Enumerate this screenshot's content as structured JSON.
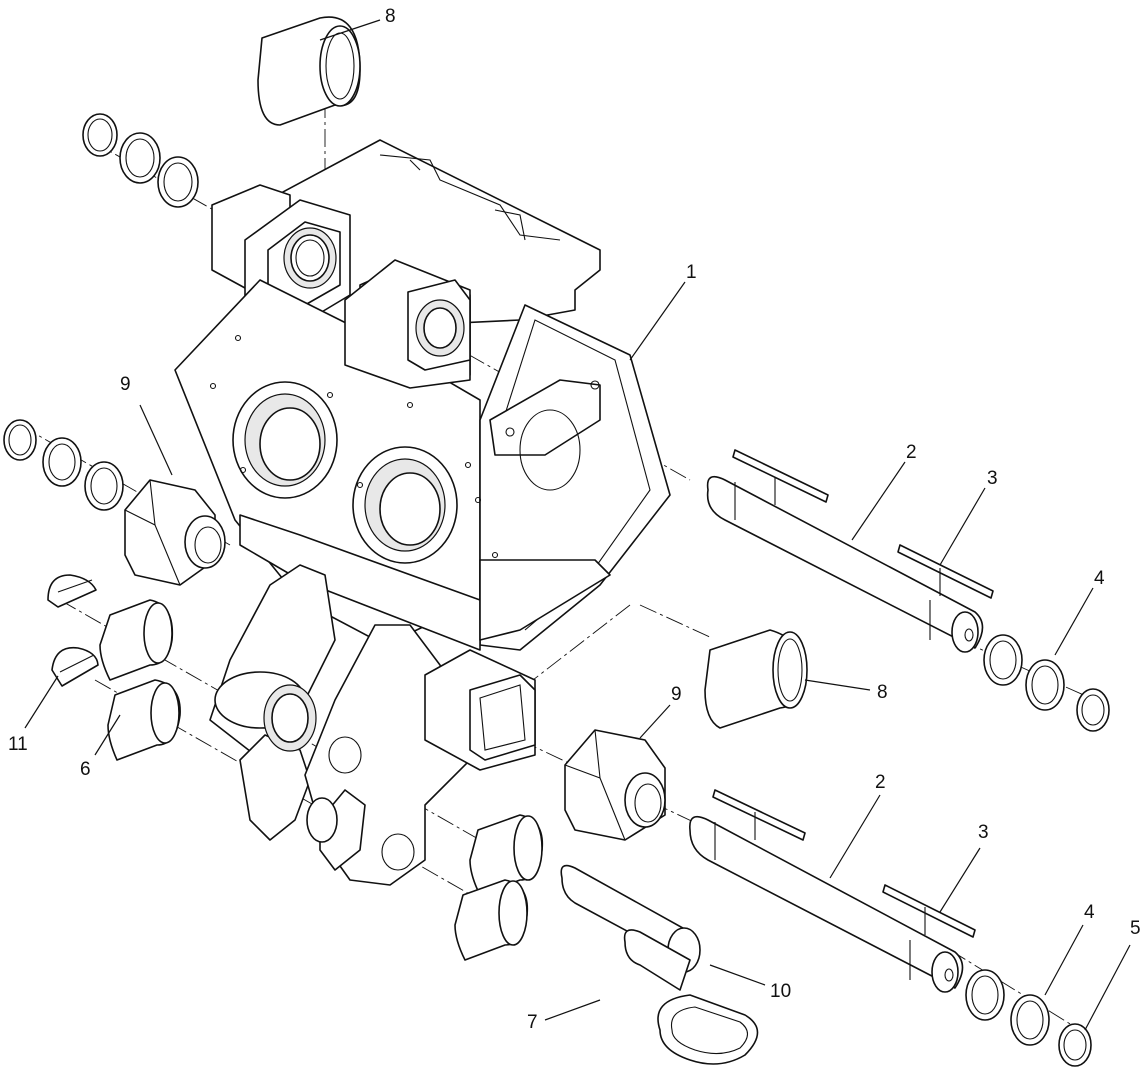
{
  "callouts": [
    {
      "id": "c8a",
      "text": "8"
    },
    {
      "id": "c1",
      "text": "1"
    },
    {
      "id": "c9a",
      "text": "9"
    },
    {
      "id": "c2a",
      "text": "2"
    },
    {
      "id": "c3a",
      "text": "3"
    },
    {
      "id": "c4a",
      "text": "4"
    },
    {
      "id": "c8b",
      "text": "8"
    },
    {
      "id": "c9b",
      "text": "9"
    },
    {
      "id": "c11",
      "text": "11"
    },
    {
      "id": "c6",
      "text": "6"
    },
    {
      "id": "c2b",
      "text": "2"
    },
    {
      "id": "c3b",
      "text": "3"
    },
    {
      "id": "c4b",
      "text": "4"
    },
    {
      "id": "c5",
      "text": "5"
    },
    {
      "id": "c10",
      "text": "10"
    },
    {
      "id": "c7",
      "text": "7"
    }
  ]
}
